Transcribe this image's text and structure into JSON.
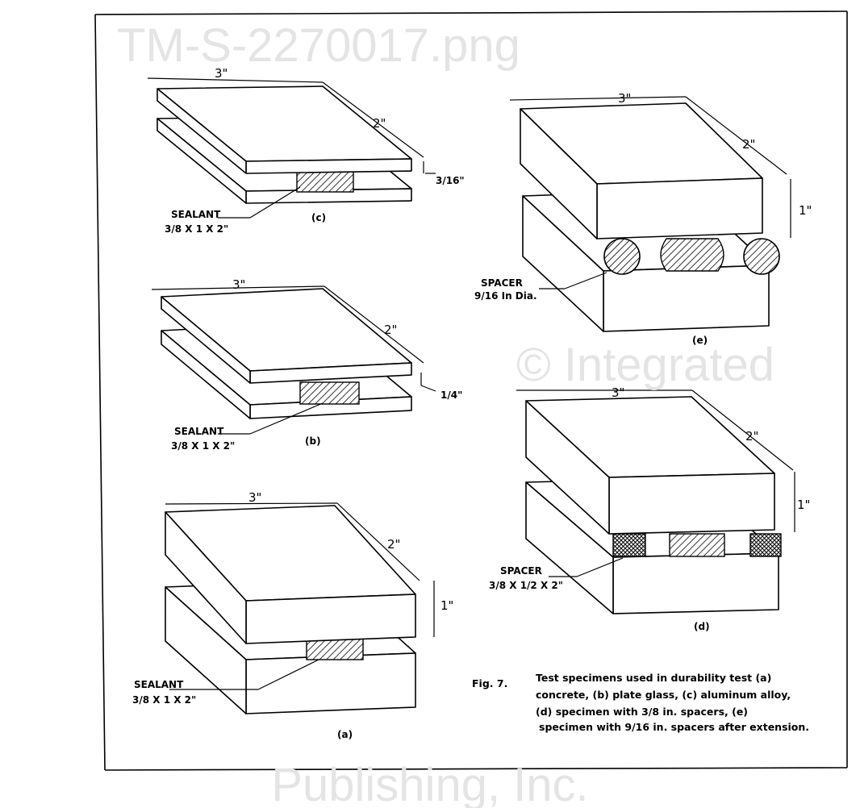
{
  "figure": {
    "caption_number": "Fig. 7.",
    "caption_lines": [
      "Test specimens used in durability test (a)",
      "concrete, (b) plate glass, (c) aluminum alloy,",
      "(d) specimen with 3/8 in. spacers, (e)",
      "specimen with 9/16 in. spacers after extension."
    ]
  },
  "specimens": {
    "c": {
      "label": "(c)",
      "width": "3\"",
      "depth": "2\"",
      "gap": "3/16\"",
      "callout_title": "SEALANT",
      "callout_size": "3/8 X 1 X 2\""
    },
    "b": {
      "label": "(b)",
      "width": "3\"",
      "depth": "2\"",
      "gap": "1/4\"",
      "callout_title": "SEALANT",
      "callout_size": "3/8 X 1 X 2\""
    },
    "a": {
      "label": "(a)",
      "width": "3\"",
      "depth": "2\"",
      "height": "1\"",
      "callout_title": "SEALANT",
      "callout_size": "3/8 X 1 X 2\""
    },
    "e": {
      "label": "(e)",
      "width": "3\"",
      "depth": "2\"",
      "height": "1\"",
      "callout_title": "SPACER",
      "callout_size": "9/16 In Dia."
    },
    "d": {
      "label": "(d)",
      "width": "3\"",
      "depth": "2\"",
      "height": "1\"",
      "callout_title": "SPACER",
      "callout_size": "3/8 X 1/2 X 2\""
    }
  },
  "watermark": [
    "© Integrated",
    "Publishing, Inc.",
    "TM-S-2270017.png"
  ]
}
